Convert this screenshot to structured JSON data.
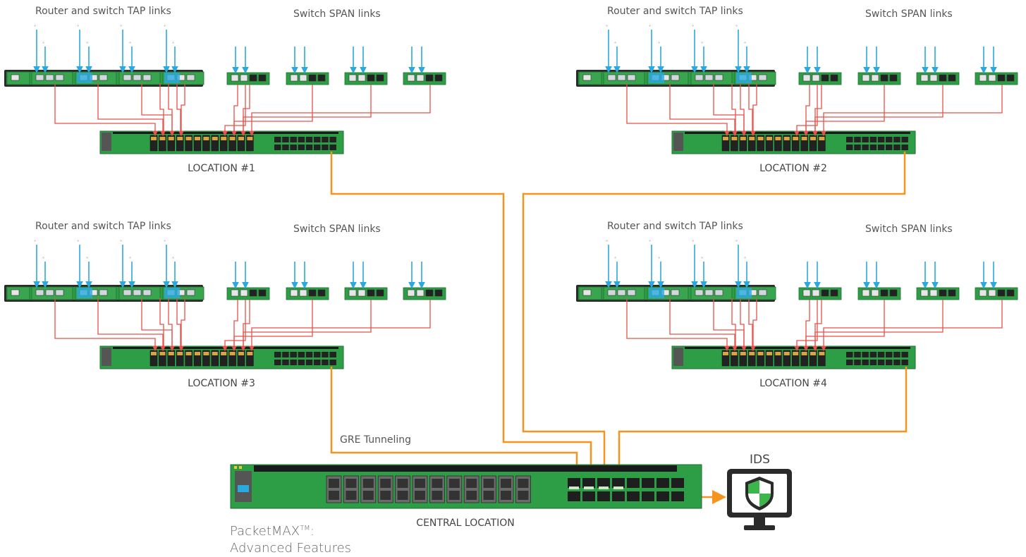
{
  "colors": {
    "tap_link": "#29a9e0",
    "span_link": "#29a9e0",
    "copper_link": "#e8504a",
    "gre_tunnel": "#f7941d",
    "device_green": "#2e9e46",
    "device_dark": "#2b2b2b",
    "ids_shield_green": "#3cb54a"
  },
  "locations": [
    {
      "label": "LOCATION #1",
      "tap_title": "Router and switch TAP links",
      "span_title": "Switch SPAN links"
    },
    {
      "label": "LOCATION #2",
      "tap_title": "Router and switch TAP links",
      "span_title": "Switch SPAN links"
    },
    {
      "label": "LOCATION #3",
      "tap_title": "Router and switch TAP links",
      "span_title": "Switch SPAN links"
    },
    {
      "label": "LOCATION #4",
      "tap_title": "Router and switch TAP links",
      "span_title": "Switch SPAN links"
    }
  ],
  "central": {
    "label": "CENTRAL LOCATION",
    "tunnel_label": "GRE Tunneling",
    "product_name": "PacketMAX",
    "product_tm": "TM",
    "product_suffix": ":",
    "product_subtitle": "Advanced Features"
  },
  "ids": {
    "label": "IDS",
    "icon": "shield-icon"
  }
}
